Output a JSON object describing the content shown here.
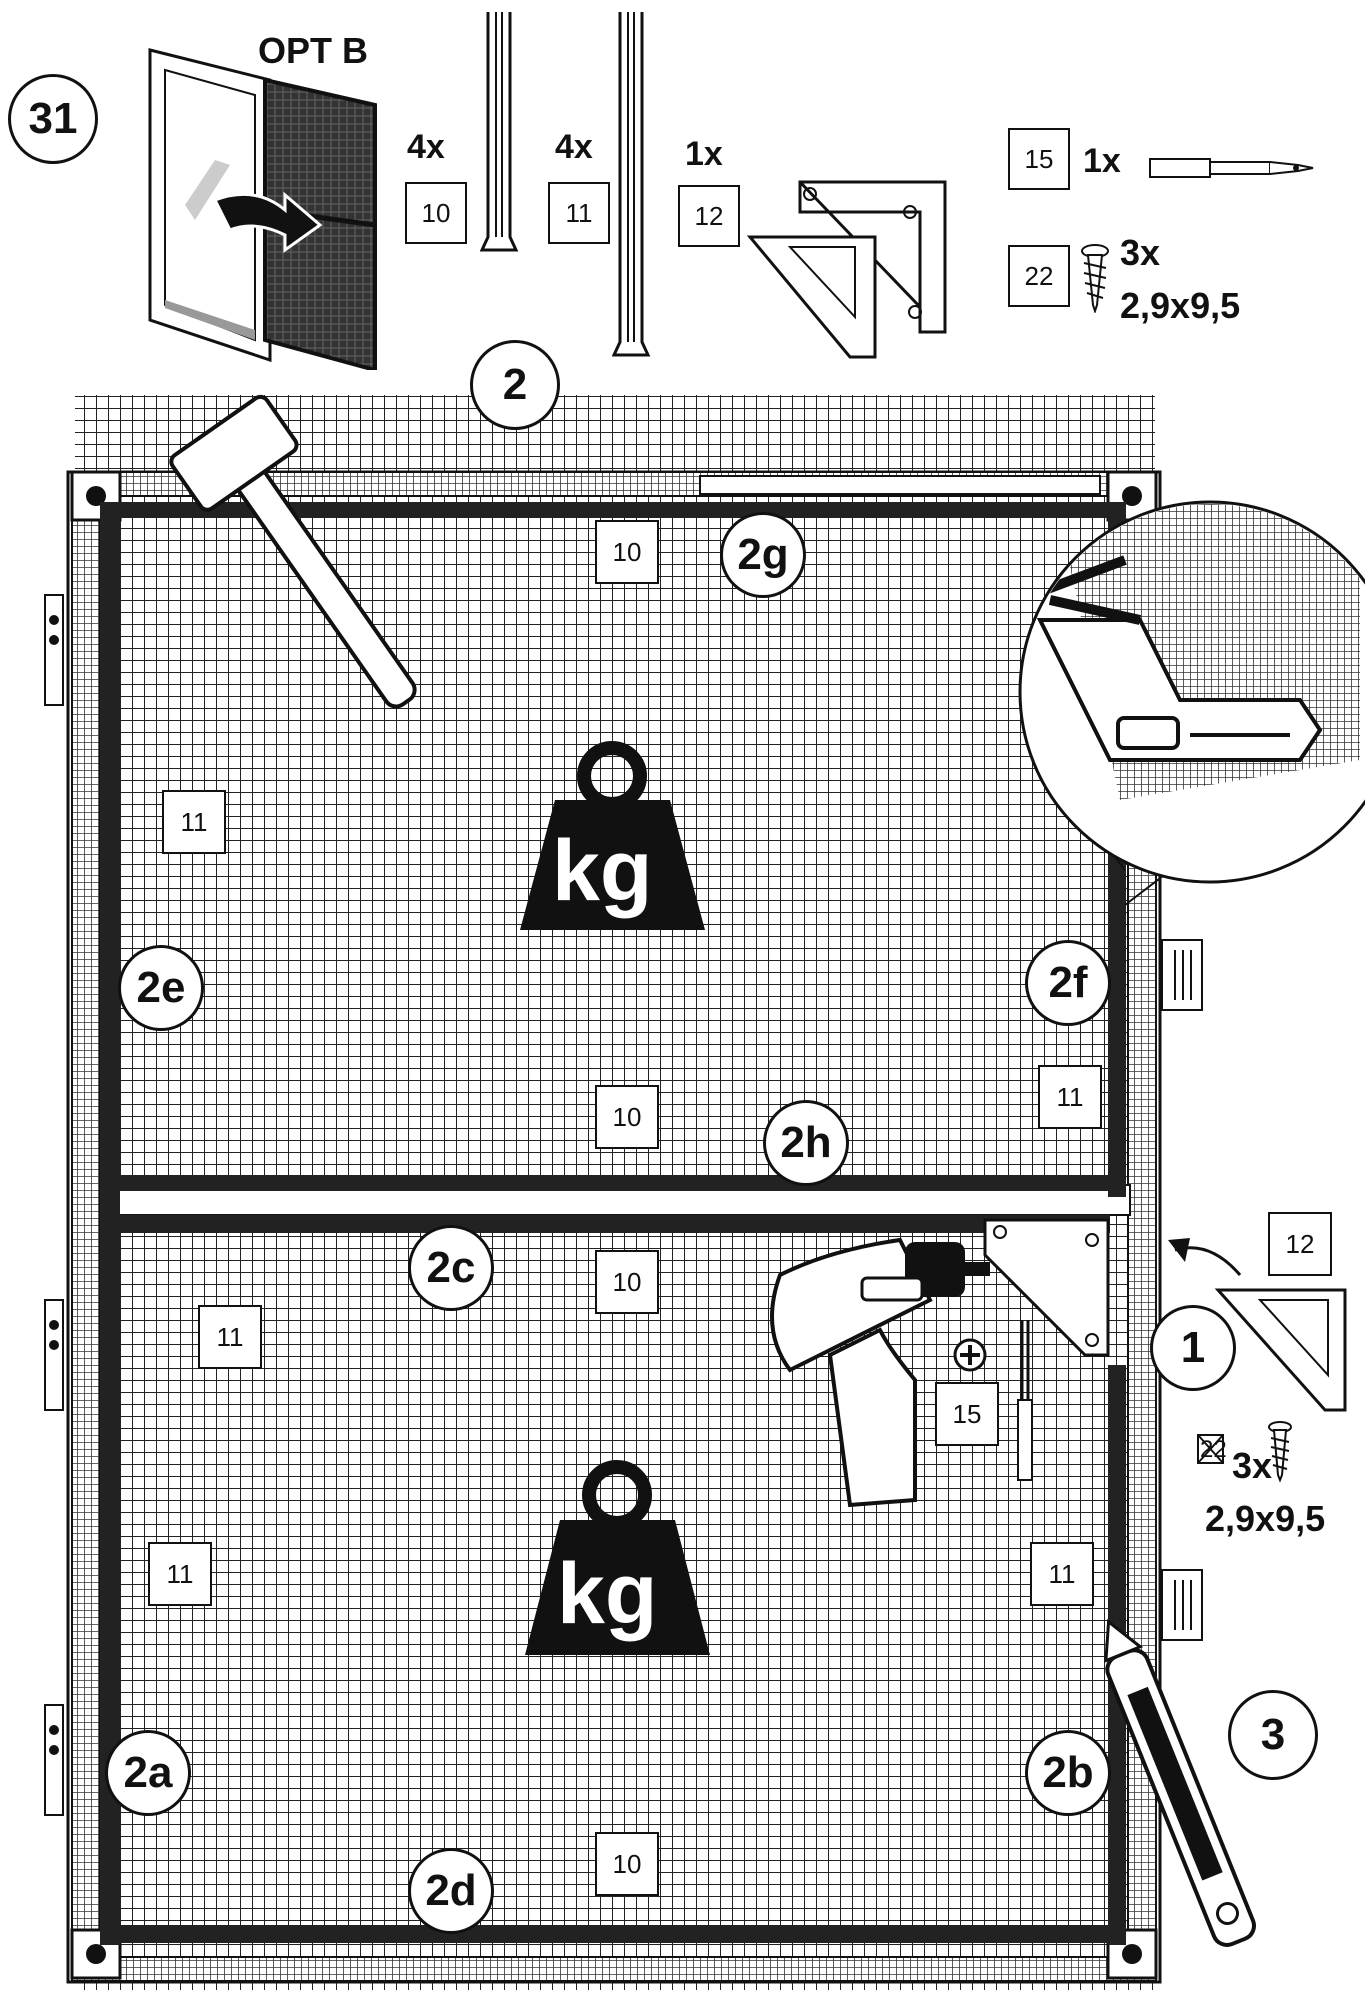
{
  "step": {
    "number": "31",
    "option": "OPT B"
  },
  "parts": [
    {
      "qty": "4x",
      "id": "10"
    },
    {
      "qty": "4x",
      "id": "11"
    },
    {
      "qty": "1x",
      "id": "12"
    }
  ],
  "hardware": {
    "bit": {
      "id": "15",
      "qty": "1x"
    },
    "screw": {
      "id": "22",
      "qty": "3x",
      "size": "2,9x9,5"
    }
  },
  "sub_steps": {
    "s1": "1",
    "s2": "2",
    "s3": "3",
    "s2a": "2a",
    "s2b": "2b",
    "s2c": "2c",
    "s2d": "2d",
    "s2e": "2e",
    "s2f": "2f",
    "s2g": "2g",
    "s2h": "2h"
  },
  "weight_label": "kg",
  "frame_labels": {
    "top_rail": "10",
    "upper_left_stile": "11",
    "upper_right_stile": "11",
    "mid_upper_rail": "10",
    "mid_lower_rail": "10",
    "lower_left_stile": "11",
    "lower_right_stile": "11",
    "bottom_rail": "10",
    "corner_bracket": "12",
    "drill_bit": "15"
  },
  "right_screw": {
    "id": "22",
    "qty": "3x",
    "size": "2,9x9,5"
  }
}
